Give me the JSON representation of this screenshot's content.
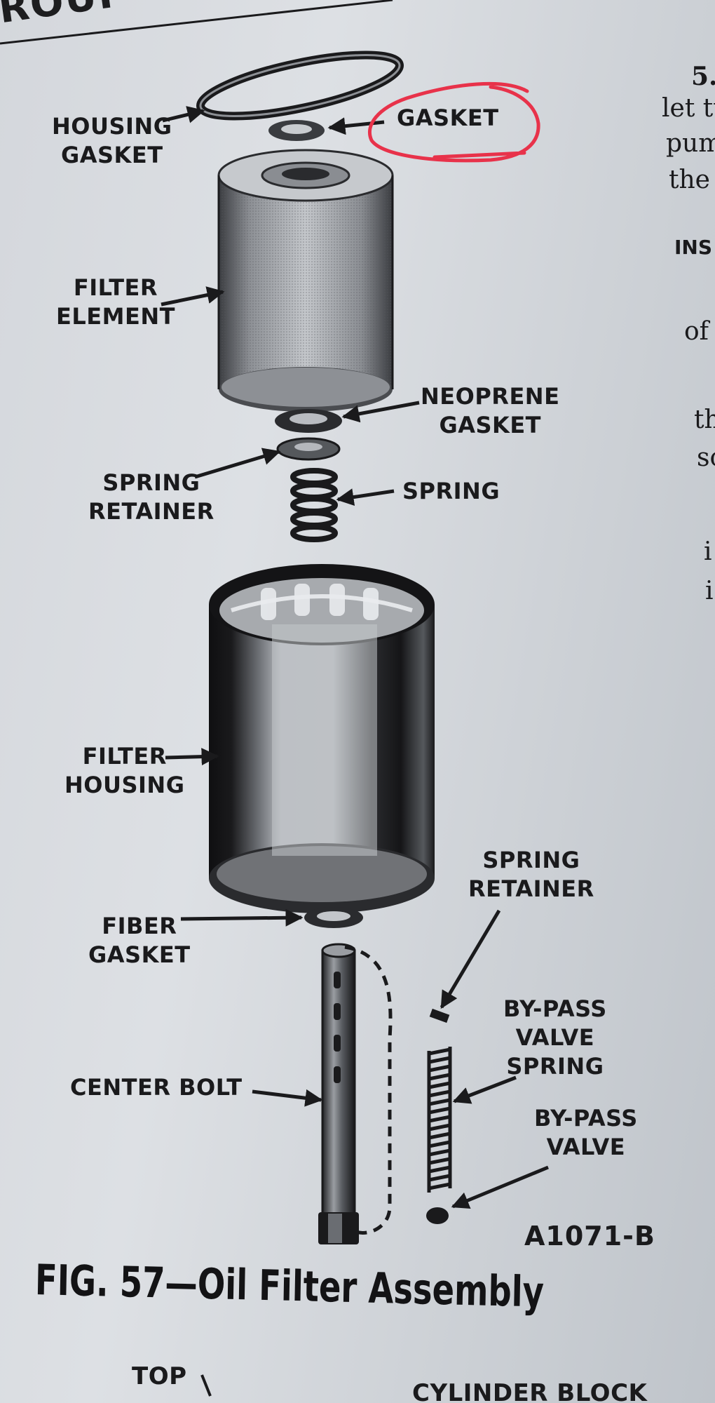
{
  "header": {
    "partial_title": "ROUP"
  },
  "labels": {
    "housing_gasket": [
      "HOUSING",
      "GASKET"
    ],
    "gasket": "GASKET",
    "filter_element": [
      "FILTER",
      "ELEMENT"
    ],
    "neoprene_gasket": [
      "NEOPRENE",
      "GASKET"
    ],
    "spring_retainer_top": [
      "SPRING",
      "RETAINER"
    ],
    "spring": "SPRING",
    "filter_housing": [
      "FILTER",
      "HOUSING"
    ],
    "spring_retainer_lower": [
      "SPRING",
      "RETAINER"
    ],
    "fiber_gasket": [
      "FIBER",
      "GASKET"
    ],
    "bypass_valve_spring": [
      "BY-PASS",
      "VALVE",
      "SPRING"
    ],
    "center_bolt": "CENTER BOLT",
    "bypass_valve": [
      "BY-PASS",
      "VALVE"
    ]
  },
  "figure_id": "A1071-B",
  "caption": "FIG. 57—Oil Filter Assembly",
  "bottom_partial": {
    "left": "TOP",
    "right": "CYLINDER BLOCK"
  },
  "right_column": [
    "5.",
    "let tu",
    "pum",
    "the",
    "INS",
    "of",
    "th",
    "sc",
    "i",
    "i"
  ],
  "colors": {
    "annotation": "#e8324a",
    "ink": "#1a1a1c",
    "paper": "#d8dbe0"
  }
}
